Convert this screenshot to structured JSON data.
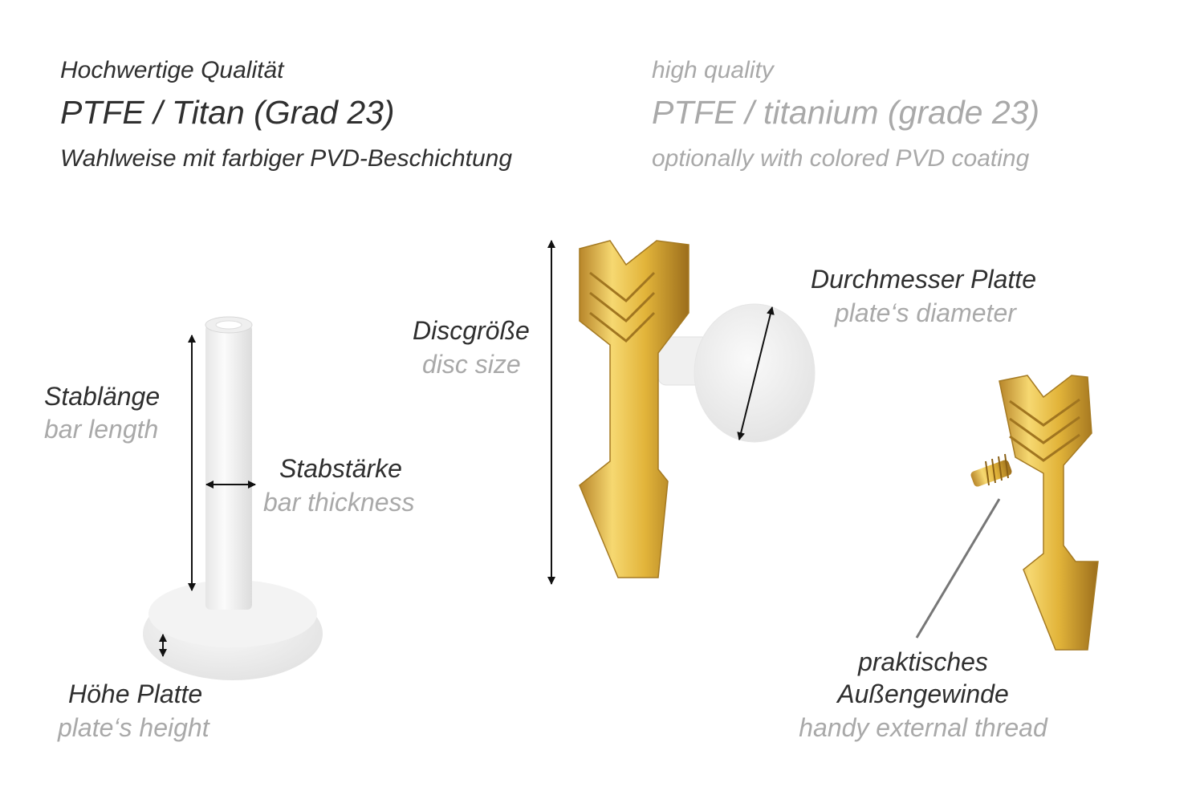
{
  "header": {
    "de": {
      "quality": "Hochwertige Qualität",
      "material": "PTFE / Titan (Grad 23)",
      "coating": "Wahlweise mit farbiger PVD-Beschichtung"
    },
    "en": {
      "quality": "high quality",
      "material": "PTFE / titanium (grade 23)",
      "coating": "optionally with colored PVD coating"
    }
  },
  "labels": {
    "bar_length": {
      "de": "Stablänge",
      "en": "bar length"
    },
    "bar_thickness": {
      "de": "Stabstärke",
      "en": "bar thickness"
    },
    "plate_height": {
      "de": "Höhe Platte",
      "en": "plate‘s height"
    },
    "disc_size": {
      "de": "Discgröße",
      "en": "disc size"
    },
    "plate_diameter": {
      "de": "Durchmesser Platte",
      "en": "plate‘s diameter"
    },
    "thread": {
      "de_line1": "praktisches",
      "de_line2": "Außengewinde",
      "en": "handy external thread"
    }
  },
  "colors": {
    "text_dark": "#2f2f2f",
    "text_light": "#a9a9a9",
    "gold": "#e2b43a",
    "ptfe": "#f4f4f4"
  }
}
